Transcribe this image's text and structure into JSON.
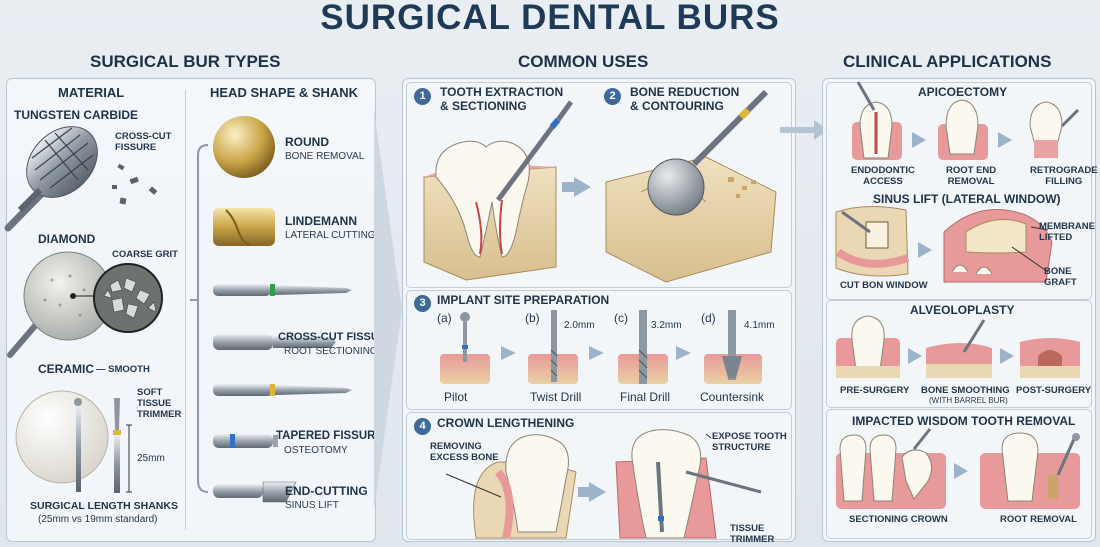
{
  "title": "SURGICAL DENTAL BURS",
  "columns": {
    "types": "SURGICAL BUR TYPES",
    "uses": "COMMON USES",
    "clinical": "CLINICAL APPLICATIONS"
  },
  "material": {
    "heading": "MATERIAL",
    "tungsten": "TUNGSTEN CARBIDE",
    "crosscut": "CROSS-CUT\nFISSURE",
    "diamond": "DIAMOND",
    "coarse": "COARSE GRIT",
    "ceramic": "CERAMIC",
    "smooth": "— SMOOTH",
    "soft": "SOFT\nTISSUE\nTRIMMER",
    "length25": "25mm",
    "shanks": "SURGICAL LENGTH SHANKS",
    "shanks_note": "(25mm vs 19mm standard)"
  },
  "head": {
    "heading": "HEAD SHAPE & SHANK",
    "items": [
      {
        "name": "ROUND",
        "desc": "BONE REMOVAL"
      },
      {
        "name": "LINDEMANN",
        "desc": "LATERAL CUTTING"
      },
      {
        "name": "CROSS-CUT FISSURE",
        "desc": "ROOT SECTIONING"
      },
      {
        "name": "TAPERED FISSURE",
        "desc": "OSTEOTOMY"
      },
      {
        "name": "END-CUTTING",
        "desc": "SINUS LIFT"
      }
    ]
  },
  "uses": {
    "u1": {
      "num": "1",
      "label": "TOOTH EXTRACTION\n& SECTIONING"
    },
    "u2": {
      "num": "2",
      "label": "BONE REDUCTION\n& CONTOURING"
    },
    "u3": {
      "num": "3",
      "label": "IMPLANT SITE PREPARATION"
    },
    "u4": {
      "num": "4",
      "label": "CROWN LENGTHENING"
    },
    "drills": [
      {
        "letter": "(a)",
        "name": "Pilot",
        "size": ""
      },
      {
        "letter": "(b)",
        "name": "Twist Drill",
        "size": "2.0mm"
      },
      {
        "letter": "(c)",
        "name": "Final Drill",
        "size": "3.2mm"
      },
      {
        "letter": "(d)",
        "name": "Countersink",
        "size": "4.1mm"
      }
    ],
    "crown_removing": "REMOVING\nEXCESS BONE",
    "crown_expose": "EXPOSE TOOTH\nSTRUCTURE",
    "crown_tissue": "TISSUE\nTRIMMER"
  },
  "clinical": {
    "apico": {
      "heading": "APICOECTOMY",
      "steps": [
        "ENDODONTIC\nACCESS",
        "ROOT END\nREMOVAL",
        "RETROGRADE\nFILLING"
      ]
    },
    "sinus": {
      "heading": "SINUS LIFT (LATERAL WINDOW)",
      "cut": "CUT BON WINDOW",
      "membrane": "MEMBRANE\nLIFTED",
      "graft": "BONE\nGRAFT"
    },
    "alveo": {
      "heading": "ALVEOLOPLASTY",
      "steps": [
        "PRE-SURGERY",
        "BONE SMOOTHING",
        "POST-SURGERY"
      ],
      "barrel": "(WITH BARREL BUR)"
    },
    "wisdom": {
      "heading": "IMPACTED WISDOM TOOTH REMOVAL",
      "steps": [
        "SECTIONING CROWN",
        "ROOT REMOVAL"
      ]
    }
  },
  "colors": {
    "accent": "#3d6a99",
    "gum": "#e8a3a3",
    "bone": "#ead8b4",
    "tooth": "#fbf8f0",
    "metal": "#9aa4ae"
  }
}
